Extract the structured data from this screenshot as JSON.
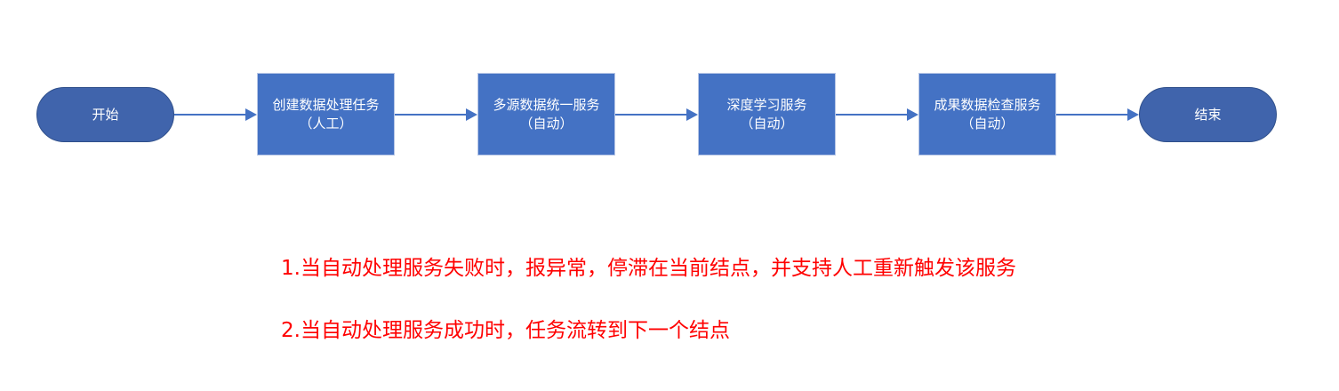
{
  "flow": {
    "start": {
      "label": "开始"
    },
    "steps": [
      {
        "title": "创建数据处理任务",
        "mode": "（人工）"
      },
      {
        "title": "多源数据统一服务",
        "mode": "（自动）"
      },
      {
        "title": "深度学习服务",
        "mode": "（自动）"
      },
      {
        "title": "成果数据检查服务",
        "mode": "（自动）"
      }
    ],
    "end": {
      "label": "结束"
    }
  },
  "notes": [
    "1.当自动处理服务失败时，报异常，停滞在当前结点，并支持人工重新触发该服务",
    "2.当自动处理服务成功时，任务流转到下一个结点"
  ],
  "colors": {
    "terminal_fill": "#4064ac",
    "process_fill": "#4472c4",
    "connector": "#4472c4",
    "note_text": "#ff0000"
  }
}
